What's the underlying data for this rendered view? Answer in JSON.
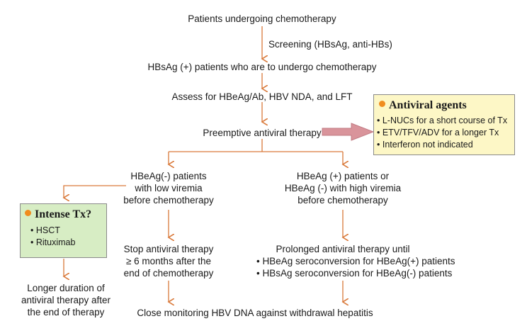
{
  "colors": {
    "flow_arrow": "#d9793a",
    "big_arrow": "#d9949b",
    "antiviral_box_bg": "#fdf7c6",
    "intense_box_bg": "#d7edc4",
    "bullet_dot": "#f08c1e"
  },
  "nodes": {
    "top": "Patients undergoing chemotherapy",
    "screening": "Screening (HBsAg, anti-HBs)",
    "hbsag_pos": "HBsAg (+) patients who are to undergo chemotherapy",
    "assess": "Assess for HBeAg/Ab, HBV NDA, and LFT",
    "preemptive": "Preemptive antiviral therapy",
    "left_branch": [
      "HBeAg(-) patients",
      "with low viremia",
      "before chemotherapy"
    ],
    "right_branch": [
      "HBeAg (+) patients or",
      "HBeAg (-) with high viremia",
      "before chemotherapy"
    ],
    "stop_therapy": [
      "Stop antiviral therapy",
      "≥ 6 months after the",
      "end of chemotherapy"
    ],
    "prolonged": "Prolonged antiviral therapy until",
    "prolonged_items": [
      "• HBeAg seroconversion for HBeAg(+) patients",
      "• HBsAg seroconversion for HBeAg(-) patients"
    ],
    "longer_duration": [
      "Longer duration of",
      "antiviral therapy after",
      "the end of therapy"
    ],
    "close_monitoring": "Close monitoring HBV DNA against withdrawal hepatitis"
  },
  "antiviral_box": {
    "title": "Antiviral agents",
    "items": [
      "• L-NUCs for a short course of Tx",
      "• ETV/TFV/ADV for a longer Tx",
      "• Interferon not indicated"
    ]
  },
  "intense_box": {
    "title": "Intense Tx?",
    "items": [
      "• HSCT",
      "• Rituximab"
    ]
  }
}
